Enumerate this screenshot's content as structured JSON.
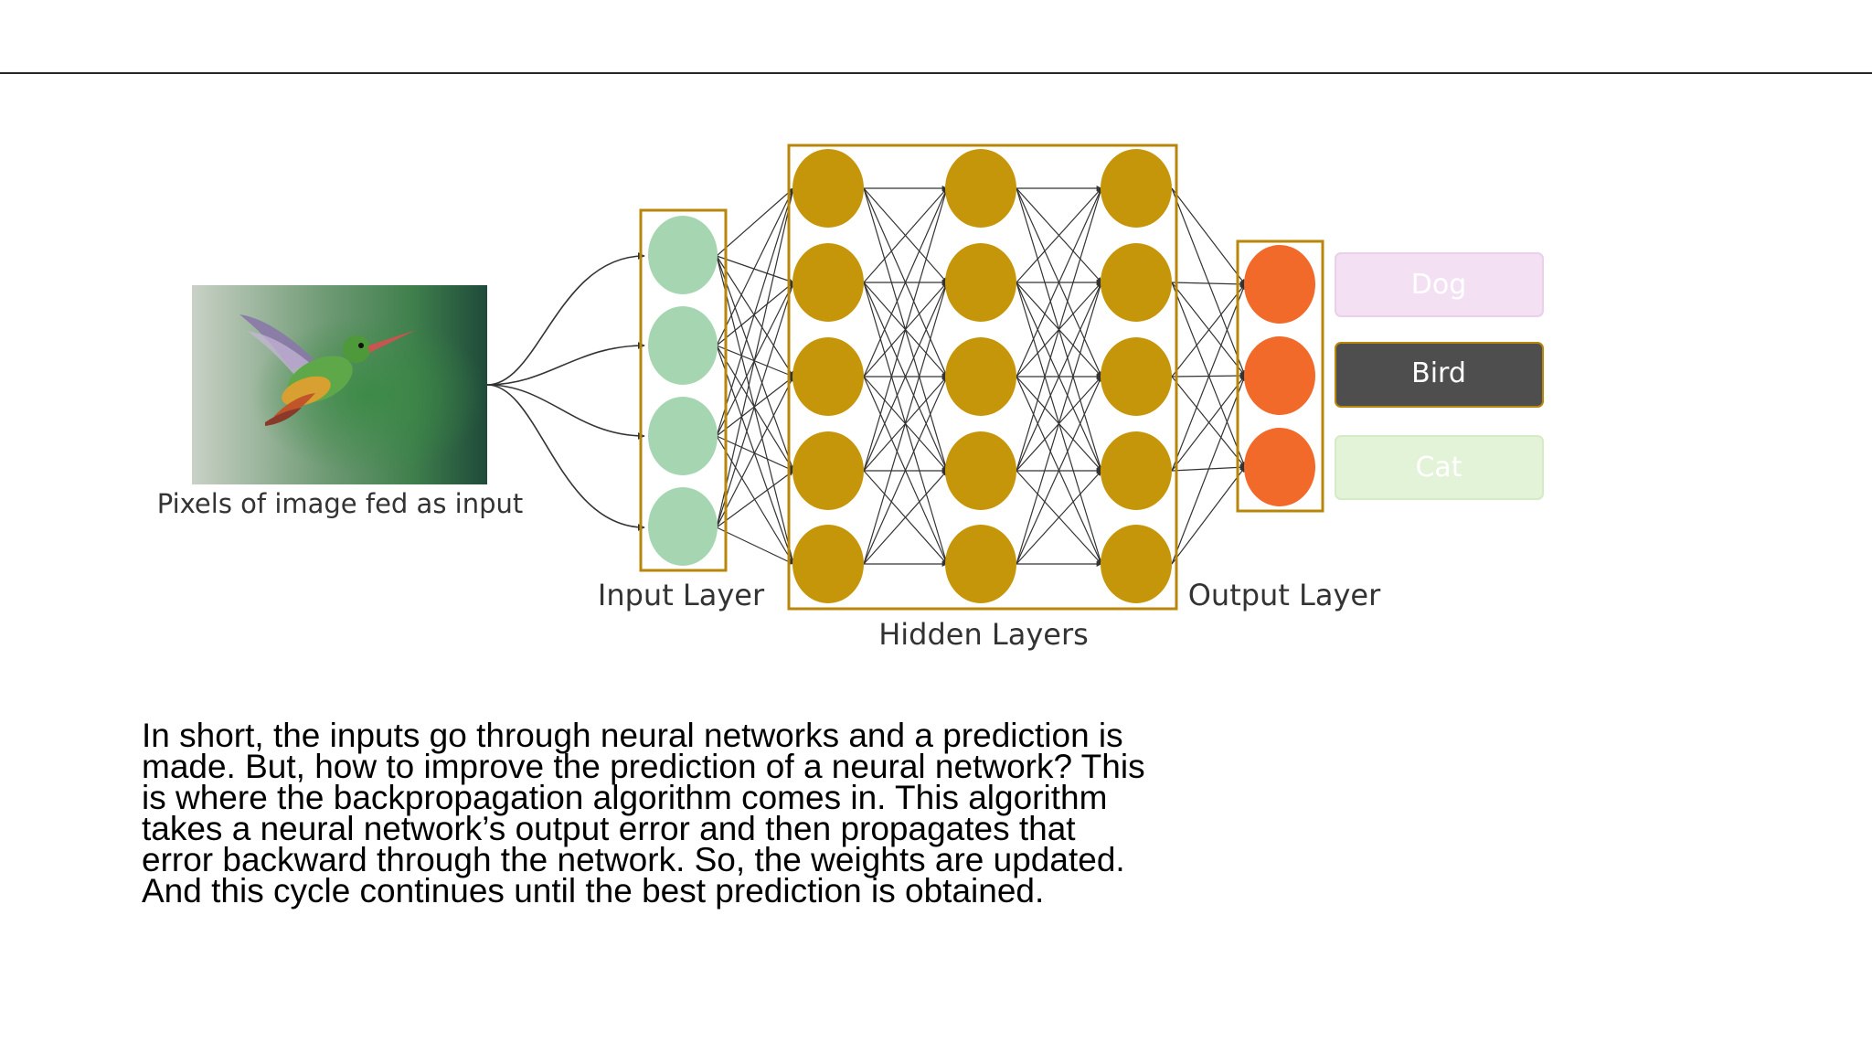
{
  "diagram": {
    "image_caption": "Pixels of image fed as input",
    "input_layer_label": "Input Layer",
    "hidden_layers_label": "Hidden Layers",
    "output_layer_label": "Output Layer",
    "classes": [
      {
        "label": "Dog",
        "selected": false,
        "fill": "#f3e1f3",
        "text_color": "#ffffff"
      },
      {
        "label": "Bird",
        "selected": true,
        "fill": "#4e4e4e",
        "text_color": "#ffffff"
      },
      {
        "label": "Cat",
        "selected": false,
        "fill": "#e3f3d8",
        "text_color": "#ffffff"
      }
    ],
    "colors": {
      "input_node": "#a6d6b1",
      "hidden_node": "#c6960a",
      "output_node": "#f26a2a",
      "layer_border": "#b8860b",
      "edge": "#333333"
    }
  },
  "paragraph": {
    "lines": [
      "In short, the inputs go through neural networks and a prediction is",
      "made. But, how to improve the prediction of a neural network? This",
      "is where the backpropagation algorithm comes in. This algorithm",
      "takes a neural network’s output error and then propagates that",
      "error backward through the network. So, the weights are updated.",
      "And this cycle continues until the best prediction is obtained."
    ]
  }
}
